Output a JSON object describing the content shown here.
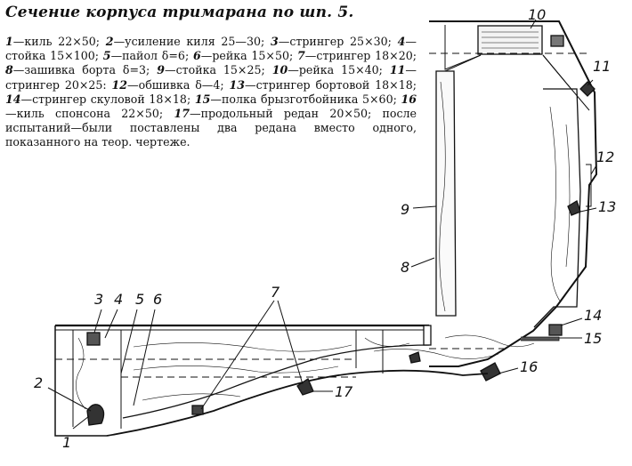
{
  "title": "Сечение корпуса тримарана по шп. 5.",
  "legend": [
    {
      "n": "1",
      "text": "—киль 22×50;"
    },
    {
      "n": "2",
      "text": "—усиление киля 25—30;"
    },
    {
      "n": "3",
      "text": "—стрингер 25×30;"
    },
    {
      "n": "4",
      "text": "—стойка 15×100;"
    },
    {
      "n": "5",
      "text": "—пайол δ=6;"
    },
    {
      "n": "6",
      "text": "—рейка 15×50;"
    },
    {
      "n": "7",
      "text": "—стрингер 18×20;"
    },
    {
      "n": "8",
      "text": "—зашивка борта δ=3;"
    },
    {
      "n": "9",
      "text": "—стойка 15×25;"
    },
    {
      "n": "10",
      "text": "—рейка 15×40;"
    },
    {
      "n": "11",
      "text": "—стрингер 20×25:"
    },
    {
      "n": "12",
      "text": "—обшивка δ—4;"
    },
    {
      "n": "13",
      "text": "—стрингер бортовой 18×18;"
    },
    {
      "n": "14",
      "text": "—стрингер скуловой 18×18;"
    },
    {
      "n": "15",
      "text": "—полка брызготбойника 5×60;"
    },
    {
      "n": "16",
      "text": "—киль спонсона 22×50;"
    },
    {
      "n": "17",
      "text": "—продольный редан 20×50; после испытаний—были поставлены два редана вместо одного, показанного на теор. чертеже."
    }
  ],
  "callouts": {
    "c1": "1",
    "c2": "2",
    "c3": "3",
    "c4": "4",
    "c5": "5",
    "c6": "6",
    "c7": "7",
    "c8": "8",
    "c9": "9",
    "c10": "10",
    "c11": "11",
    "c12": "12",
    "c13": "13",
    "c14": "14",
    "c15": "15",
    "c16": "16",
    "c17": "17"
  }
}
